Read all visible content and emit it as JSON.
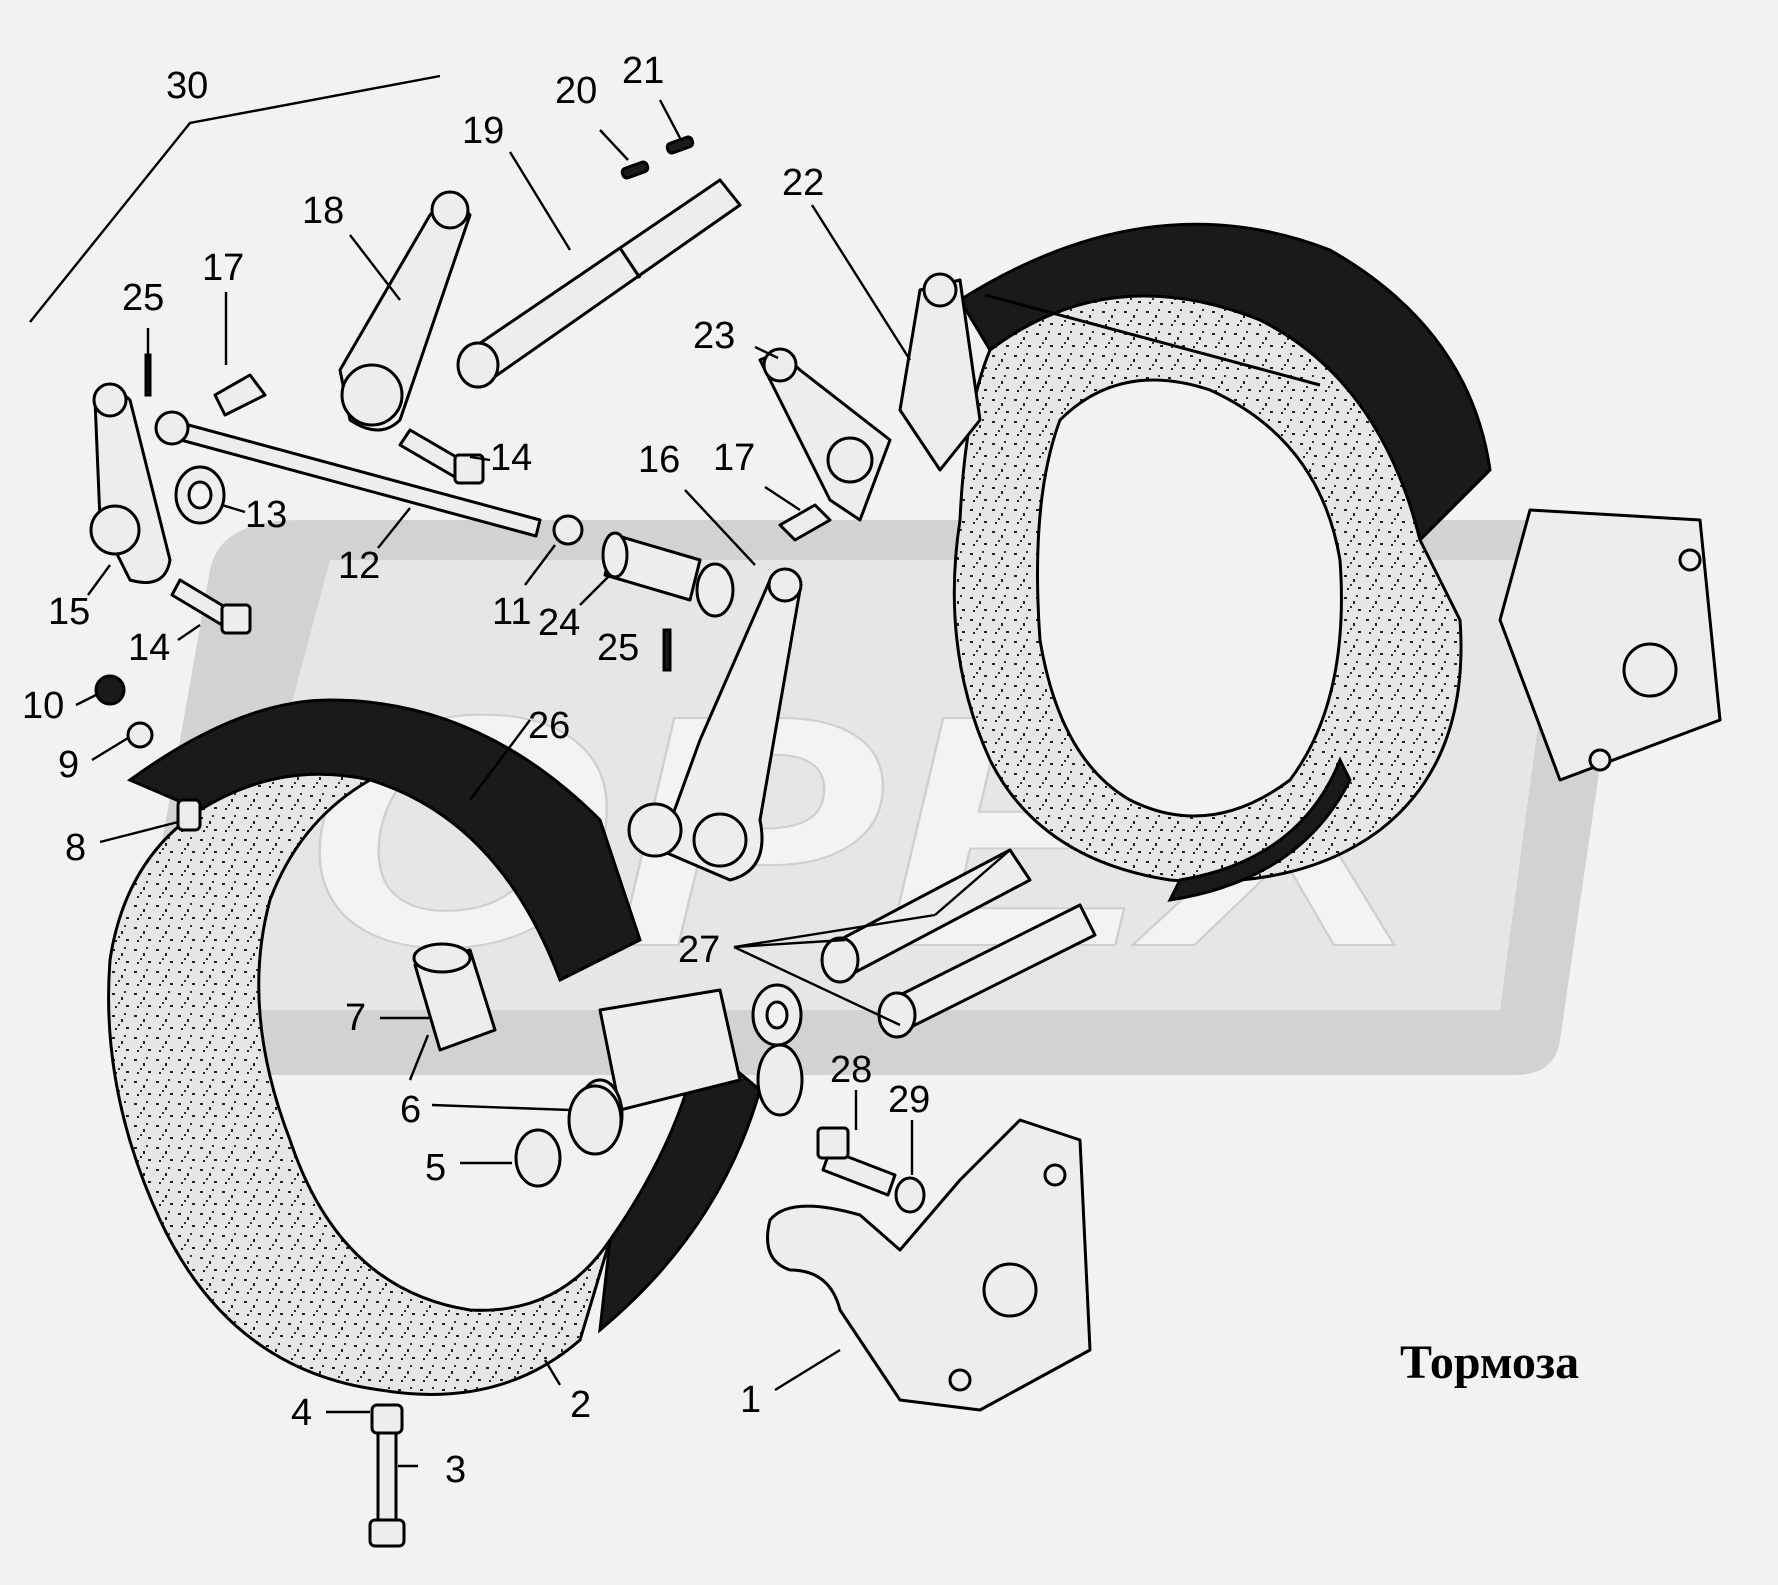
{
  "title": "Тормоза",
  "watermark": "ОРЕХ",
  "callouts": [
    {
      "id": "c30",
      "label": "30"
    },
    {
      "id": "c20",
      "label": "20"
    },
    {
      "id": "c21",
      "label": "21"
    },
    {
      "id": "c19",
      "label": "19"
    },
    {
      "id": "c22",
      "label": "22"
    },
    {
      "id": "c18",
      "label": "18"
    },
    {
      "id": "c17a",
      "label": "17"
    },
    {
      "id": "c25a",
      "label": "25"
    },
    {
      "id": "c23",
      "label": "23"
    },
    {
      "id": "c14a",
      "label": "14"
    },
    {
      "id": "c16",
      "label": "16"
    },
    {
      "id": "c17b",
      "label": "17"
    },
    {
      "id": "c13",
      "label": "13"
    },
    {
      "id": "c12",
      "label": "12"
    },
    {
      "id": "c15",
      "label": "15"
    },
    {
      "id": "c11",
      "label": "11"
    },
    {
      "id": "c24",
      "label": "24"
    },
    {
      "id": "c25b",
      "label": "25"
    },
    {
      "id": "c14b",
      "label": "14"
    },
    {
      "id": "c10",
      "label": "10"
    },
    {
      "id": "c9",
      "label": "9"
    },
    {
      "id": "c26",
      "label": "26"
    },
    {
      "id": "c8",
      "label": "8"
    },
    {
      "id": "c27",
      "label": "27"
    },
    {
      "id": "c7",
      "label": "7"
    },
    {
      "id": "c6",
      "label": "6"
    },
    {
      "id": "c28",
      "label": "28"
    },
    {
      "id": "c29",
      "label": "29"
    },
    {
      "id": "c5",
      "label": "5"
    },
    {
      "id": "c4",
      "label": "4"
    },
    {
      "id": "c3",
      "label": "3"
    },
    {
      "id": "c2",
      "label": "2"
    },
    {
      "id": "c1",
      "label": "1"
    }
  ]
}
